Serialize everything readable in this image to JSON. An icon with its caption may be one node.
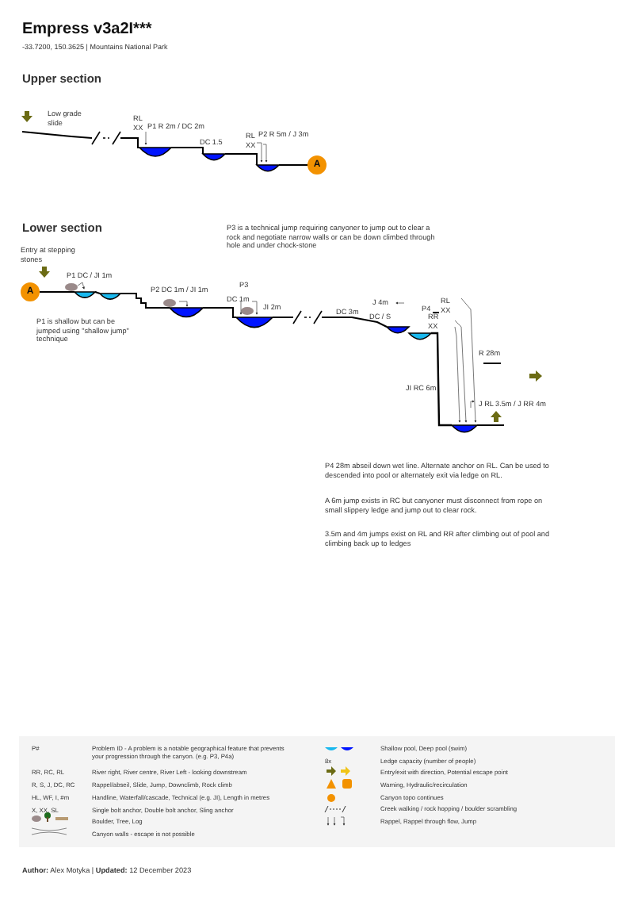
{
  "diagram": {
    "title": "Empress v3a2I***",
    "nodes": [
      {
        "text": [
          "A"
        ]
      },
      {
        "text": [
          "A"
        ]
      }
    ],
    "labels": [
      "-33.7200, 150.3625 | Mountains National Park",
      "Upper section",
      "Low grade slide",
      "RL XX",
      "P1 R 2m / DC 2m",
      "DC 1.5",
      "RL XX",
      "P2 R 5m / J 3m",
      "Lower section",
      "P3 is a technical jump requiring canyoner to jump out to clear a rock and negotiate narrow walls or can be down climbed through hole and under chock-stone",
      "Entry at stepping stones",
      "P1 DC / JI 1m",
      "P2 DC 1m / JI 1m",
      "P3",
      "DC 1m",
      "JI 2m",
      "P1 is shallow but can be jumped using \"shallow jump\" technique",
      "DC 3m",
      "J 4m",
      "DC / S",
      "P4",
      "RL XX",
      "RR XX",
      "R 28m",
      "JI RC 6m",
      "J RL 3.5m / J RR 4m",
      "P4 28m abseil down wet line. Alternate anchor on RL. Can be used to descended into pool or alternately exit via ledge on RL.",
      "A 6m jump exists in RC but canyoner must disconnect from rope on small slippery ledge and jump out to clear rock.",
      "3.5m and 4m jumps exist on RL and RR after climbing out of pool and climbing back up to ledges",
      "P#",
      "RR, RC, RL",
      "R, S, J, DC, RC",
      "HL, WF, I, #m",
      "X, XX, SL",
      "8x",
      "**Author:** Alex Motyka | **Updated:** 12 December 2023"
    ],
    "legend": [
      {
        "text": "Problem ID - A problem is a notable geographical feature that prevents your progression through the canyon. (e.g. P3, P4a)"
      },
      {
        "text": "River right, River centre, River Left - looking downstream"
      },
      {
        "text": "Rappel/abseil, Slide, Jump, Downclimb, Rock climb"
      },
      {
        "text": "Handline, Waterfall/cascade, Technical (e.g. JI), Length in metres"
      },
      {
        "text": "Single bolt anchor, Double bolt anchor, Sling anchor"
      },
      {
        "text": "Boulder, Tree, Log"
      },
      {
        "text": "Canyon walls - escape is not possible"
      },
      {
        "text": "Shallow pool, Deep pool (swim)"
      },
      {
        "text": "Ledge capacity (number of people)"
      },
      {
        "text": "Entry/exit with direction, Potential escape point"
      },
      {
        "text": "Warning, Hydraulic/recirculation"
      },
      {
        "text": "Canyon topo continues"
      },
      {
        "text": "Creek walking / rock hopping / boulder scrambling"
      },
      {
        "text": "Rappel, Rappel through flow, Jump"
      }
    ]
  }
}
